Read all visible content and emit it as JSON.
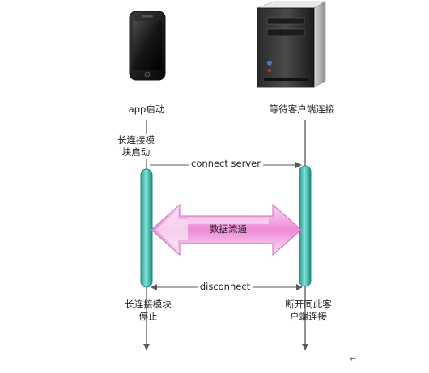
{
  "diagram": {
    "client_label": "app启动",
    "server_label": "等待客户端连接",
    "client_module_start_line1": "长连接模",
    "client_module_start_line2": "块启动",
    "connect_label": "connect  server",
    "data_flow_label": "数据流通",
    "disconnect_label": "disconnect",
    "client_stop_line1": "长连接模块",
    "client_stop_line2": "停止",
    "server_disconnect_line1": "断开同此客",
    "server_disconnect_line2": "户端连接",
    "paragraph_mark": "↵"
  },
  "colors": {
    "lifeline": "#595959",
    "bar_fill": "#3cbfb0",
    "bar_stroke": "#1f8c82",
    "arrow_pink": "#f3a3e0",
    "arrow_pink_dark": "#d36cc0",
    "arrow_light": "#f8e6f4"
  },
  "icons": {
    "client": "smartphone-icon",
    "server": "server-tower-icon"
  }
}
